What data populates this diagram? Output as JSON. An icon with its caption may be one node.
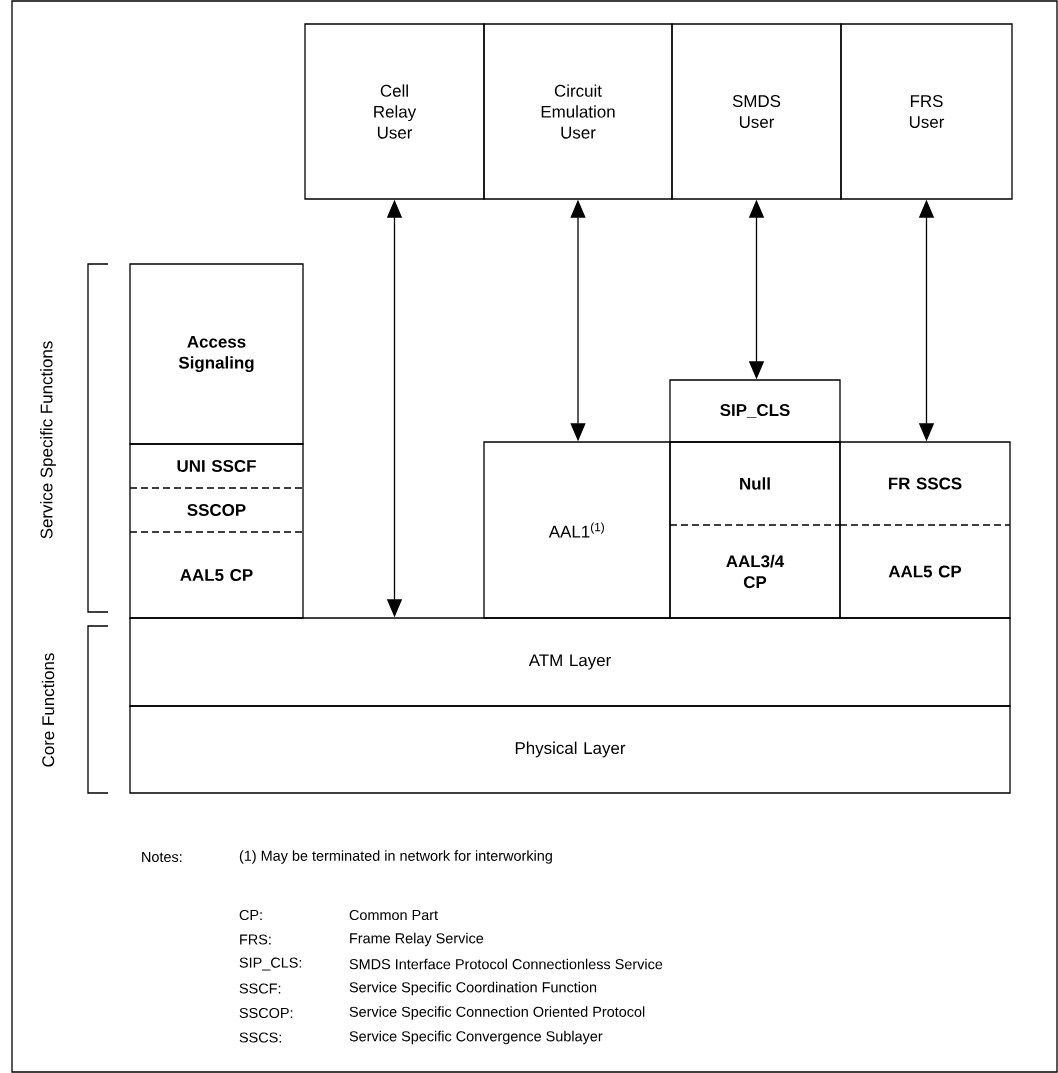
{
  "diagram": {
    "nodes": [
      {
        "text": [
          "Cell Relay User"
        ]
      },
      {
        "text": [
          "Circuit Emulation User"
        ]
      },
      {
        "text": [
          "SMDS User"
        ]
      },
      {
        "text": [
          "FRS User"
        ]
      },
      {
        "text": [
          "Access Signaling"
        ]
      },
      {
        "text": [
          "UNI SSCF"
        ]
      },
      {
        "text": [
          "SSCOP"
        ]
      },
      {
        "text": [
          "AAL5 CP"
        ]
      },
      {
        "text": [
          "AAL1$^{(1)}$"
        ]
      },
      {
        "text": [
          "SIP_CLS"
        ]
      },
      {
        "text": [
          "Null"
        ]
      },
      {
        "text": [
          "AAL3/4 CP"
        ]
      },
      {
        "text": [
          "FR SSCS"
        ]
      },
      {
        "text": [
          "AAL5 CP"
        ]
      },
      {
        "text": [
          "ATM Layer"
        ]
      },
      {
        "text": [
          "Physical Layer"
        ]
      }
    ],
    "edges": [
      {
        "from": 0,
        "to": 14,
        "arrow": "both"
      },
      {
        "from": 1,
        "to": 8,
        "arrow": "both"
      },
      {
        "from": 2,
        "to": 9,
        "arrow": "both"
      },
      {
        "from": 3,
        "to": 12,
        "arrow": "both"
      }
    ],
    "labels": [
      "Service Specific Functions",
      "Core Functions",
      "Notes:",
      "(1) May be terminated in network for interworking",
      "CP:",
      "Common Part",
      "FRS:",
      "Frame Relay Service",
      "SIP_CLS:",
      "SMDS Interface Protocol Connectionless Service",
      "SSCF:",
      "Service Specific Coordination Function",
      "SSCOP:",
      "Service Specific Connection Oriented Protocol",
      "SSCS:",
      "Service Specific Convergence Sublayer"
    ]
  }
}
